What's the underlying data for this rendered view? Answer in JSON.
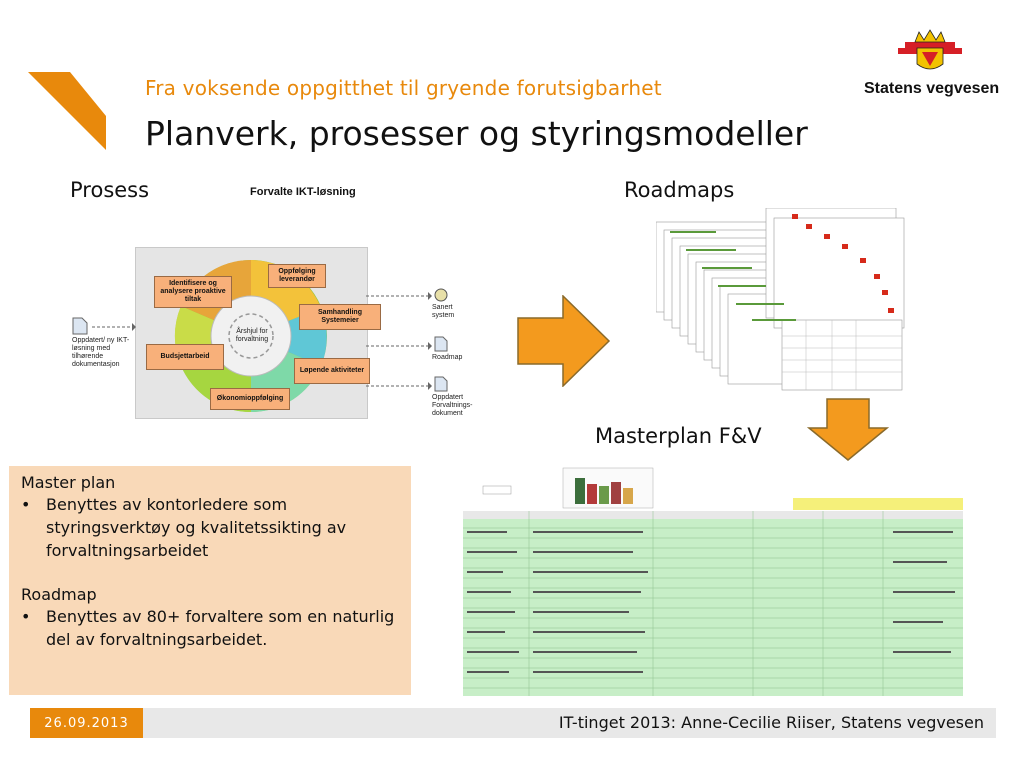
{
  "header": {
    "subtitle": "Fra voksende oppgitthet til gryende forutsigbarhet",
    "title": "Planverk, prosesser og styringsmodeller",
    "logo_text": "Statens vegvesen"
  },
  "sections": {
    "prosess_label": "Prosess",
    "roadmaps_label": "Roadmaps",
    "masterplan_label": "Masterplan F&V"
  },
  "process_diagram": {
    "title": "Forvalte IKT-løsning",
    "boxes": {
      "identify": "Identifisere og analysere proaktive tiltak",
      "followup": "Oppfølging leverandør",
      "collab": "Samhandling Systemeier",
      "budget": "Budsjettarbeid",
      "ongoing": "Løpende aktiviteter",
      "economy": "Økonomioppfølging"
    },
    "center_label": "Årshjul for forvaltning",
    "input_doc": "Oppdatert/ ny IKT-løsning med tilhørende dokumentasjon",
    "outputs": {
      "system": "Sanert system",
      "roadmap": "Roadmap",
      "docs": "Oppdatert Forvaltnings-dokument"
    }
  },
  "textbox": {
    "masterplan_heading": "Master plan",
    "masterplan_bullet": "Benyttes av kontorledere som styringsverktøy og kvalitetssikting av forvaltningsarbeidet",
    "roadmap_heading": "Roadmap",
    "roadmap_bullet": "Benyttes av 80+ forvaltere som en naturlig del av forvaltningsarbeidet."
  },
  "footer": {
    "date": "26.09.2013",
    "text": "IT-tinget 2013: Anne-Cecilie Riiser, Statens vegvesen"
  },
  "colors": {
    "accent": "#e8890c",
    "textbox_bg": "#f9d9b8",
    "footer_bar": "#e8e8e8",
    "sheet_bg": "#c7eec7"
  }
}
